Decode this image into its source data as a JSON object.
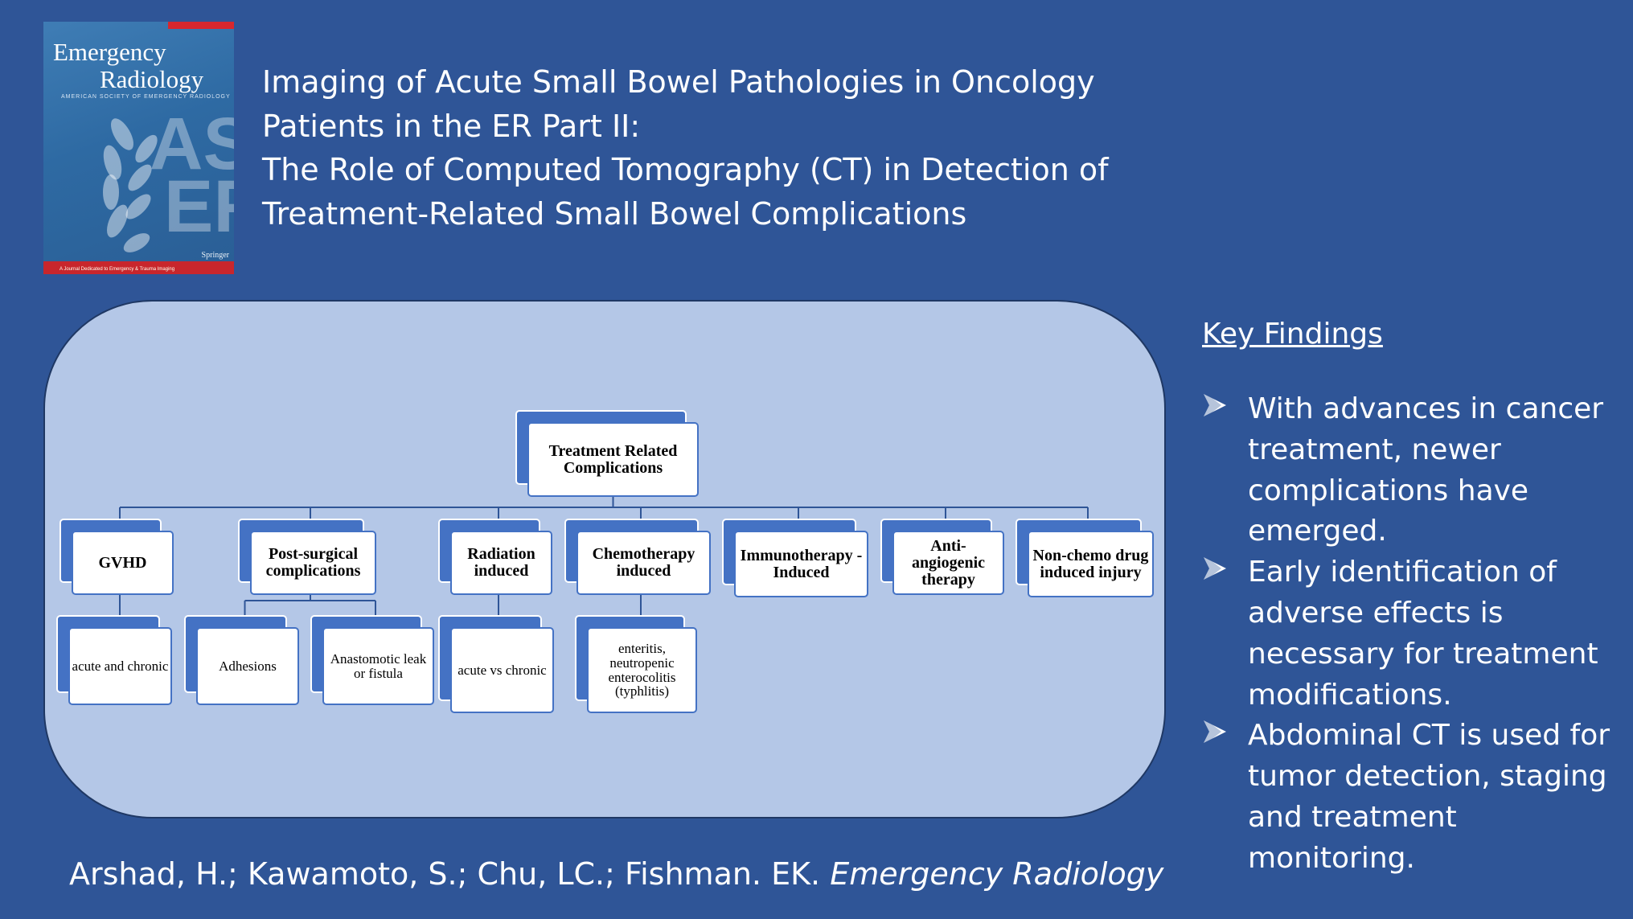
{
  "cover": {
    "title_line1": "Emergency",
    "title_line2": "Radiology",
    "society": "AMERICAN SOCIETY OF EMERGENCY RADIOLOGY",
    "monogram_line1": "AS",
    "monogram_line2": "ER",
    "publisher": "Springer",
    "tagline": "A Journal Dedicated to Emergency & Trauma Imaging"
  },
  "title": {
    "line1": "Imaging of Acute Small Bowel Pathologies in Oncology",
    "line2": "Patients in the ER Part II:",
    "line3": "The Role of Computed Tomography (CT) in Detection of",
    "line4": "Treatment-Related Small Bowel Complications"
  },
  "diagram": {
    "root": {
      "label": "Treatment Related Complications"
    },
    "categories": [
      {
        "label": "GVHD",
        "children": [
          "acute and chronic"
        ]
      },
      {
        "label": "Post-surgical complications",
        "children": [
          "Adhesions",
          "Anastomotic leak or fistula"
        ]
      },
      {
        "label": "Radiation induced",
        "children": [
          "acute vs chronic"
        ]
      },
      {
        "label": "Chemotherapy induced",
        "children": [
          "enteritis, neutropenic enterocolitis (typhlitis)"
        ]
      },
      {
        "label": "Immunotherapy - Induced",
        "children": []
      },
      {
        "label": "Anti-angiogenic therapy",
        "children": []
      },
      {
        "label": "Non-chemo drug induced injury",
        "children": []
      }
    ]
  },
  "key_findings": {
    "heading": "Key Findings",
    "bullet_icon": "arrow-bullet-icon",
    "items": [
      "With advances in cancer treatment, newer complications have emerged.",
      "Early identification of adverse effects is necessary for treatment modifications.",
      "Abdominal CT is used for tumor detection, staging and treatment monitoring."
    ]
  },
  "citation": {
    "authors": "Arshad, H.; Kawamoto, S.; Chu, LC.; Fishman. EK.",
    "journal": "Emergency Radiology"
  },
  "colors": {
    "background": "#2f5597",
    "panel": "#b4c7e7",
    "node_accent": "#4472c4",
    "connector": "#2f5597",
    "text_light": "#ffffff"
  }
}
